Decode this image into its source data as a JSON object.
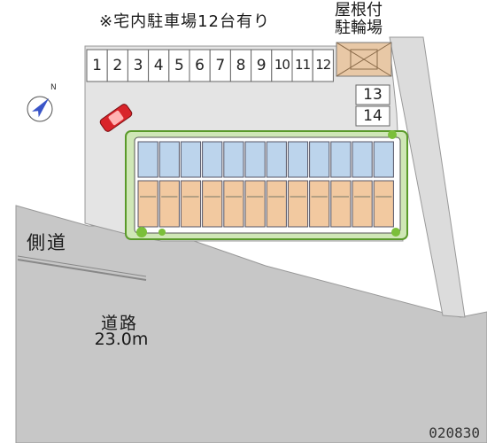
{
  "title_note": "※宅内駐車場12台有り",
  "bike_parking": {
    "line1": "屋根付",
    "line2": "駐輪場"
  },
  "side_road_label": "側道",
  "road": {
    "name": "道路",
    "width": "23.0m"
  },
  "property_code": "020830",
  "parking_stalls": [
    "1",
    "2",
    "3",
    "4",
    "5",
    "6",
    "7",
    "8",
    "9",
    "10",
    "11",
    "12"
  ],
  "side_stalls": [
    "13",
    "14"
  ],
  "compass_icon": "north-arrow-icon",
  "car_icon": "red-car-icon",
  "colors": {
    "building_fill": "#f2c9a0",
    "balcony_fill": "#bcd4ec",
    "green": "#7bbf3a",
    "lot_gray": "#e6e6e6",
    "road_gray": "#c9c9c9",
    "car_red": "#d9242a"
  }
}
